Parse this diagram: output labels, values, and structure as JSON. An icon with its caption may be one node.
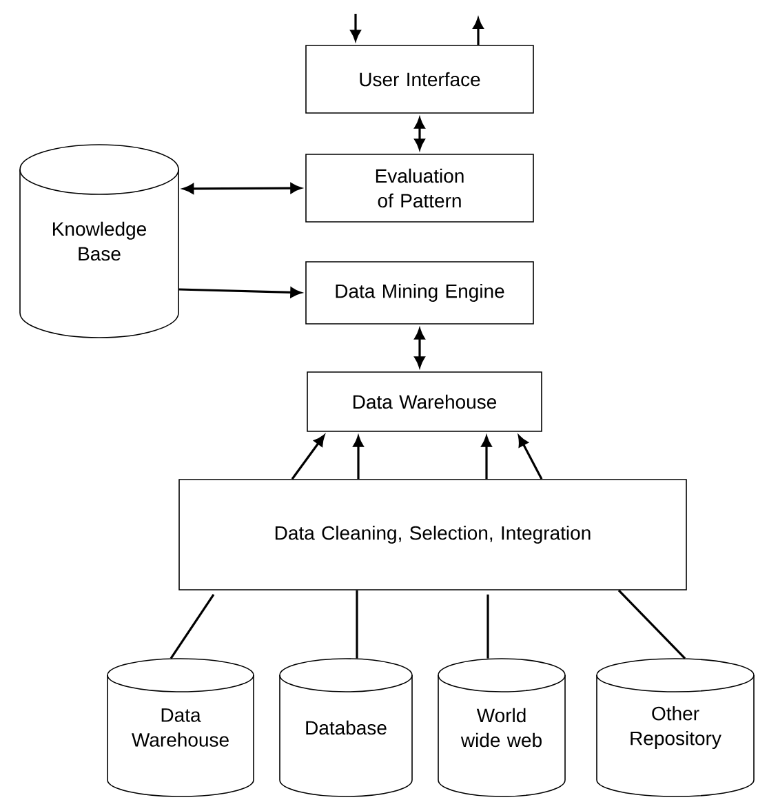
{
  "diagram": {
    "nodes": [
      {
        "text": [
          "User Interface"
        ]
      },
      {
        "text": [
          "Evaluation of Pattern"
        ]
      },
      {
        "text": [
          "Knowledge Base"
        ]
      },
      {
        "text": [
          "Data Mining Engine"
        ]
      },
      {
        "text": [
          "Data Warehouse"
        ]
      },
      {
        "text": [
          "Data Cleaning, Selection, Integration"
        ]
      },
      {
        "text": [
          "Data Warehouse"
        ]
      },
      {
        "text": [
          "Database"
        ]
      },
      {
        "text": [
          "World wide web"
        ]
      },
      {
        "text": [
          "Other Repository"
        ]
      }
    ],
    "edges": [
      {
        "from": null,
        "to": 0,
        "arrow": "to"
      },
      {
        "from": 0,
        "to": null,
        "arrow": "to"
      },
      {
        "from": 0,
        "to": 1,
        "arrow": "both"
      },
      {
        "from": 2,
        "to": 1,
        "arrow": "both"
      },
      {
        "from": 2,
        "to": 3,
        "arrow": "to"
      },
      {
        "from": 3,
        "to": 4,
        "arrow": "both"
      },
      {
        "from": 5,
        "to": 4,
        "arrow": "to"
      },
      {
        "from": 5,
        "to": 4,
        "arrow": "to"
      },
      {
        "from": 5,
        "to": 4,
        "arrow": "to"
      },
      {
        "from": 5,
        "to": 4,
        "arrow": "to"
      },
      {
        "from": 6,
        "to": 5,
        "arrow": "none"
      },
      {
        "from": 7,
        "to": 5,
        "arrow": "none"
      },
      {
        "from": 8,
        "to": 5,
        "arrow": "none"
      },
      {
        "from": 9,
        "to": 5,
        "arrow": "none"
      }
    ]
  }
}
